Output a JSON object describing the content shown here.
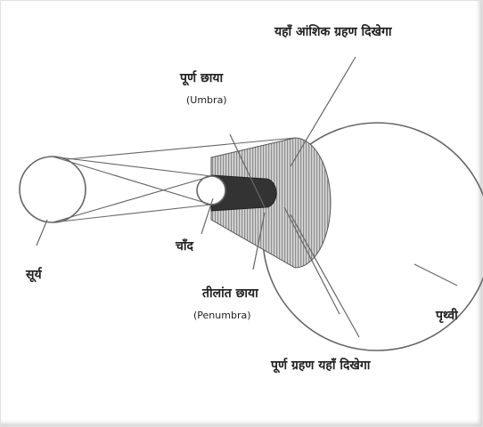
{
  "labels": {
    "sun": "सूर्य",
    "moon": "चाँद",
    "earth": "पृथ्वी",
    "umbra": "पूर्ण छाया",
    "umbra_en": "(Umbra)",
    "penumbra": "तीलांत छाया",
    "penumbra_en": "(Penumbra)",
    "partial_eclipse": "यहाँ आंशिक ग्रहण दिखेगा",
    "total_eclipse": "पूर्ण ग्रहण यहाँ दिखेगा"
  },
  "colors": {
    "line": "#555555",
    "umbra_fill": "#333333",
    "penumbra_fill": "#b5b5b5"
  }
}
